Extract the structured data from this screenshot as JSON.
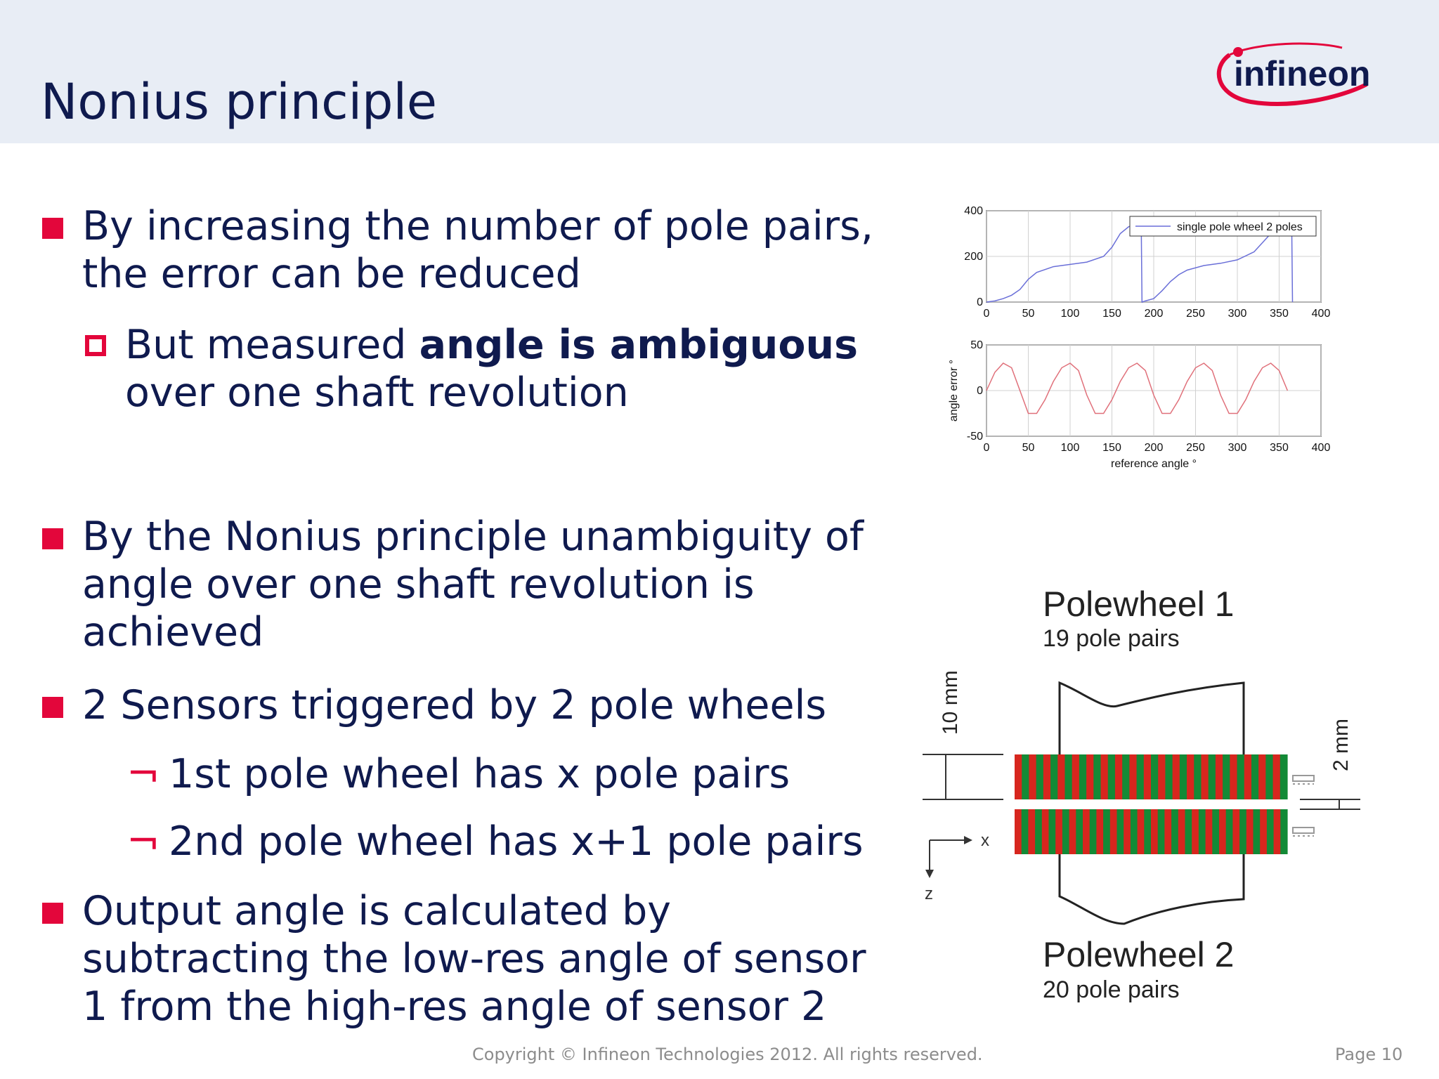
{
  "slide": {
    "title": "Nonius principle",
    "logo_text": "infineon"
  },
  "bullets": {
    "b1_line1": "By increasing the number of pole pairs,",
    "b1_line2": "the error can be reduced",
    "b1_sub_pre": "But measured ",
    "b1_sub_bold": "angle is ambiguous",
    "b1_sub_line2": "over one shaft revolution",
    "b2_line1": "By the Nonius principle unambiguity of",
    "b2_line2": "angle over one shaft revolution is",
    "b2_line3": "achieved",
    "b3": "2 Sensors triggered by 2 pole wheels",
    "b3_sub1": "1st pole wheel has x pole pairs",
    "b3_sub2": "2nd pole wheel has x+1 pole pairs",
    "b4_line1": "Output angle is calculated by",
    "b4_line2": "subtracting the low-res angle of sensor",
    "b4_line3": "1 from the high-res angle of sensor 2",
    "sub_marker": "¬"
  },
  "chart_data": [
    {
      "type": "line",
      "series": [
        {
          "name": "single pole wheel 2 poles",
          "x": [
            0,
            10,
            20,
            30,
            40,
            50,
            60,
            80,
            100,
            120,
            140,
            150,
            160,
            170,
            180,
            185,
            186,
            190,
            200,
            210,
            220,
            230,
            240,
            260,
            280,
            300,
            320,
            340,
            360,
            365,
            366
          ],
          "y": [
            0,
            5,
            15,
            30,
            55,
            100,
            130,
            155,
            165,
            175,
            200,
            240,
            300,
            330,
            345,
            350,
            0,
            5,
            15,
            50,
            90,
            120,
            140,
            160,
            170,
            185,
            220,
            300,
            360,
            365,
            0
          ]
        }
      ],
      "xlim": [
        0,
        400
      ],
      "ylim": [
        0,
        400
      ],
      "xticks": [
        "0",
        "50",
        "100",
        "150",
        "200",
        "250",
        "300",
        "350",
        "400"
      ],
      "yticks": [
        "400",
        "200",
        "0"
      ],
      "color": "#6a6fd8",
      "grid": true,
      "legend": "top-right"
    },
    {
      "type": "line",
      "series": [
        {
          "x": [
            0,
            10,
            20,
            30,
            40,
            50,
            60,
            70,
            80,
            90,
            100,
            110,
            120,
            130,
            140,
            150,
            160,
            170,
            180,
            190,
            200,
            210,
            220,
            230,
            240,
            250,
            260,
            270,
            280,
            290,
            300,
            310,
            320,
            330,
            340,
            350,
            360
          ],
          "y": [
            0,
            20,
            30,
            25,
            0,
            -25,
            -25,
            -10,
            10,
            25,
            30,
            22,
            -5,
            -25,
            -25,
            -10,
            10,
            25,
            30,
            22,
            -5,
            -25,
            -25,
            -10,
            10,
            25,
            30,
            22,
            -5,
            -25,
            -25,
            -10,
            10,
            25,
            30,
            22,
            0
          ]
        }
      ],
      "xlim": [
        0,
        400
      ],
      "ylim": [
        -50,
        50
      ],
      "xticks": [
        "0",
        "50",
        "100",
        "150",
        "200",
        "250",
        "300",
        "350",
        "400"
      ],
      "yticks": [
        "50",
        "0",
        "-50"
      ],
      "xlabel": "reference angle °",
      "ylabel": "angle error °",
      "color": "#e0707a",
      "grid": true
    }
  ],
  "diagram": {
    "wheel1_title": "Polewheel 1",
    "wheel1_sub": "19 pole pairs",
    "wheel2_title": "Polewheel 2",
    "wheel2_sub": "20 pole pairs",
    "dim_left": "10 mm",
    "dim_right": "2 mm",
    "axis_x": "x",
    "axis_z": "z",
    "red": "#d7261e",
    "green": "#138a36"
  },
  "footer": {
    "copyright": "Copyright © Infineon Technologies 2012. All rights reserved.",
    "page": "Page 10"
  }
}
